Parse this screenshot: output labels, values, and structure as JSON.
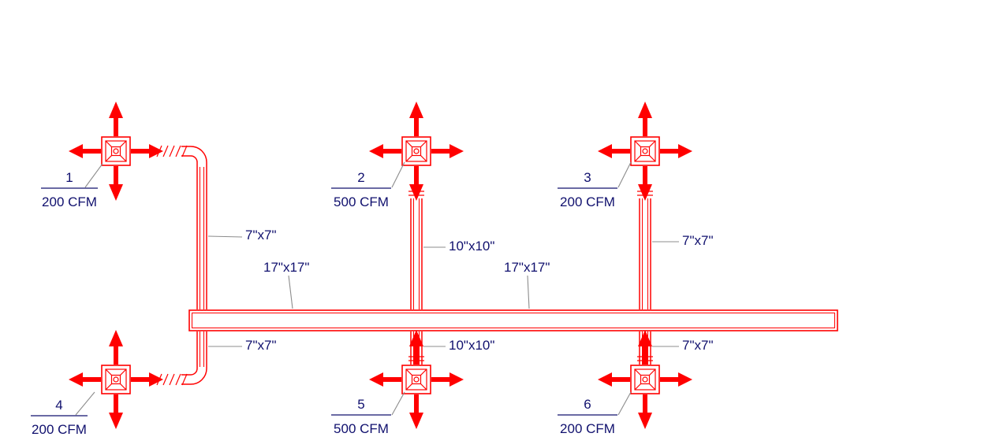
{
  "drawing": {
    "type": "hvac-duct-layout",
    "duct_color": "#ff0000",
    "label_color": "#10106e"
  },
  "tags": [
    {
      "number": "1",
      "cfm": "200 CFM"
    },
    {
      "number": "2",
      "cfm": "500 CFM"
    },
    {
      "number": "3",
      "cfm": "200 CFM"
    },
    {
      "number": "4",
      "cfm": "200 CFM"
    },
    {
      "number": "5",
      "cfm": "500 CFM"
    },
    {
      "number": "6",
      "cfm": "200 CFM"
    }
  ],
  "size_labels": [
    {
      "text": "7\"x7\""
    },
    {
      "text": "17\"x17\""
    },
    {
      "text": "10\"x10\""
    },
    {
      "text": "17\"x17\""
    },
    {
      "text": "7\"x7\""
    },
    {
      "text": "7\"x7\""
    },
    {
      "text": "10\"x10\""
    },
    {
      "text": "7\"x7\""
    }
  ]
}
